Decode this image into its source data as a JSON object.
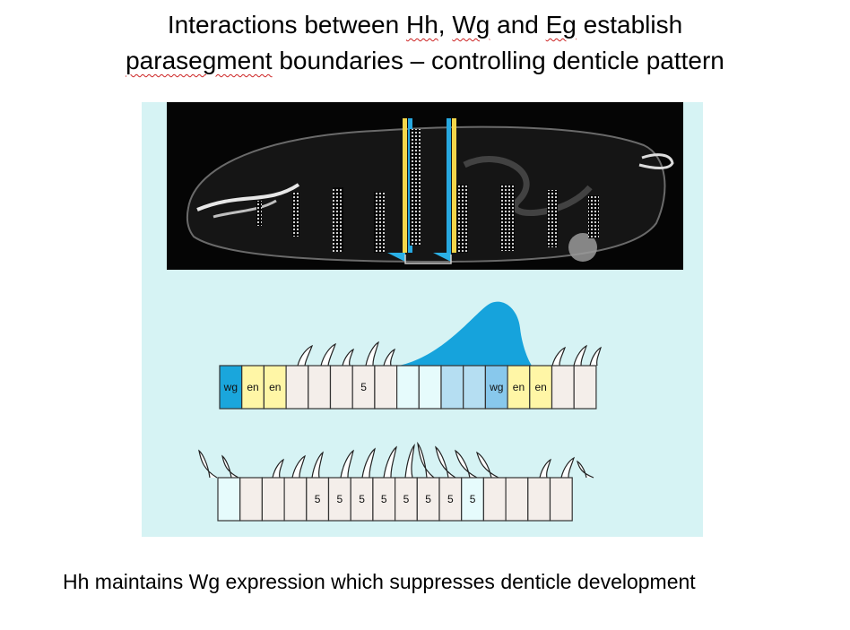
{
  "title": {
    "pre": "Interactions between ",
    "hh": "Hh",
    "sep1": ", ",
    "wg": "Wg",
    "sep2": " and ",
    "eg": "Eg",
    "post": " establish",
    "line2_word": "parasegment",
    "line2_rest": " boundaries – controlling denticle pattern"
  },
  "caption": "Hh maintains Wg expression which suppresses denticle development",
  "colors": {
    "panel_bg": "#d6f3f4",
    "wg": "#1aa6dc",
    "en": "#fff6a6",
    "plain": "#f4eeea",
    "light_blue": "#e6fbfc",
    "mid_blue": "#b5def2",
    "deep_blue": "#88c8ec",
    "gradient": "#16a3dc"
  },
  "top_row": {
    "cells": [
      {
        "label": "wg",
        "fill": "wg"
      },
      {
        "label": "en",
        "fill": "en"
      },
      {
        "label": "en",
        "fill": "en"
      },
      {
        "label": "",
        "fill": "plain"
      },
      {
        "label": "",
        "fill": "plain"
      },
      {
        "label": "",
        "fill": "plain"
      },
      {
        "label": "5",
        "fill": "plain"
      },
      {
        "label": "",
        "fill": "plain"
      },
      {
        "label": "",
        "fill": "light_blue"
      },
      {
        "label": "",
        "fill": "light_blue"
      },
      {
        "label": "",
        "fill": "mid_blue"
      },
      {
        "label": "",
        "fill": "mid_blue"
      },
      {
        "label": "wg",
        "fill": "deep_blue"
      },
      {
        "label": "en",
        "fill": "en"
      },
      {
        "label": "en",
        "fill": "en"
      },
      {
        "label": "",
        "fill": "plain"
      },
      {
        "label": "",
        "fill": "plain"
      }
    ]
  },
  "bottom_row": {
    "cells": [
      {
        "label": "",
        "fill": "light_blue"
      },
      {
        "label": "",
        "fill": "plain"
      },
      {
        "label": "",
        "fill": "plain"
      },
      {
        "label": "",
        "fill": "plain"
      },
      {
        "label": "5",
        "fill": "plain"
      },
      {
        "label": "5",
        "fill": "plain"
      },
      {
        "label": "5",
        "fill": "plain"
      },
      {
        "label": "5",
        "fill": "plain"
      },
      {
        "label": "5",
        "fill": "plain"
      },
      {
        "label": "5",
        "fill": "plain"
      },
      {
        "label": "5",
        "fill": "plain"
      },
      {
        "label": "5",
        "fill": "light_blue"
      },
      {
        "label": "",
        "fill": "plain"
      },
      {
        "label": "",
        "fill": "plain"
      },
      {
        "label": "",
        "fill": "plain"
      },
      {
        "label": "",
        "fill": "plain"
      }
    ]
  }
}
